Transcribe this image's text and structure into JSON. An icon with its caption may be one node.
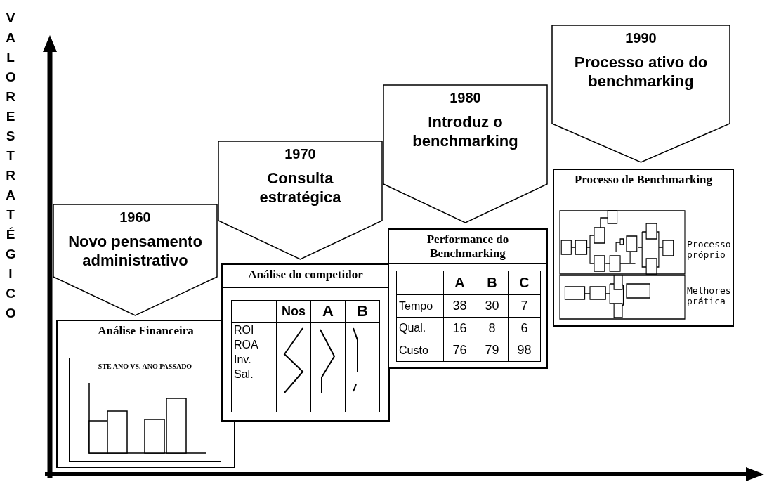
{
  "diagram": {
    "nodes": [
      {
        "text": [
          "1960",
          "Novo pensamento administrativo"
        ]
      },
      {
        "text": [
          "1970",
          "Consulta estratégica"
        ]
      },
      {
        "text": [
          "1980",
          "Introduz o benchmarking"
        ]
      },
      {
        "text": [
          "1990",
          "Processo ativo do benchmarking"
        ]
      },
      {
        "text": [
          "Análise Financeira"
        ]
      },
      {
        "text": [
          "Análise do competidor"
        ]
      },
      {
        "text": [
          "Performance do Benchmarking"
        ]
      },
      {
        "text": [
          "Processo de Benchmarking"
        ]
      }
    ],
    "labels": [
      "VALOR ESTRATÉGICO",
      "STE ANO VS. ANO PASSADO",
      "Nos",
      "A",
      "B",
      "ROI",
      "ROA",
      "Inv.",
      "Sal.",
      "A",
      "B",
      "C",
      "Tempo",
      "38",
      "30",
      "7",
      "Qual.",
      "16",
      "8",
      "6",
      "Custo",
      "76",
      "79",
      "98",
      "Processo próprio",
      "Melhores prática"
    ]
  }
}
